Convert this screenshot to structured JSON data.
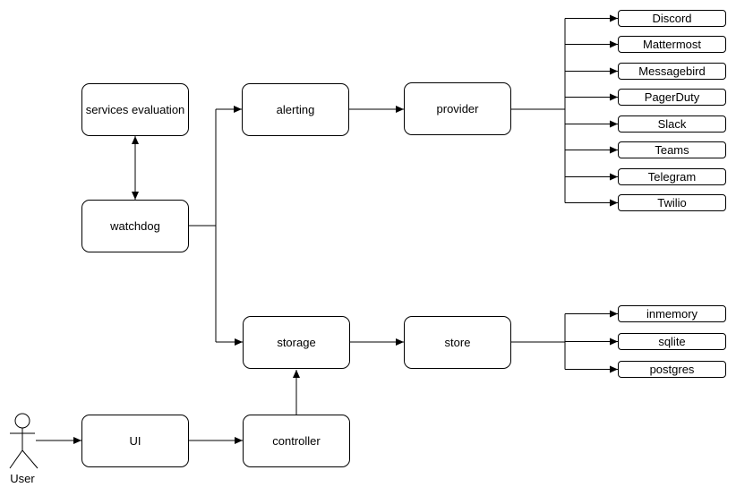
{
  "diagram": {
    "nodes": {
      "services_evaluation": "services evaluation",
      "watchdog": "watchdog",
      "alerting": "alerting",
      "provider": "provider",
      "storage": "storage",
      "store": "store",
      "ui": "UI",
      "controller": "controller"
    },
    "actor": {
      "label": "User"
    },
    "providers": [
      "Discord",
      "Mattermost",
      "Messagebird",
      "PagerDuty",
      "Slack",
      "Teams",
      "Telegram",
      "Twilio"
    ],
    "stores": [
      "inmemory",
      "sqlite",
      "postgres"
    ],
    "colors": {
      "stroke": "#000000",
      "node_fill": "#ffffff",
      "background": "#ffffff"
    }
  }
}
